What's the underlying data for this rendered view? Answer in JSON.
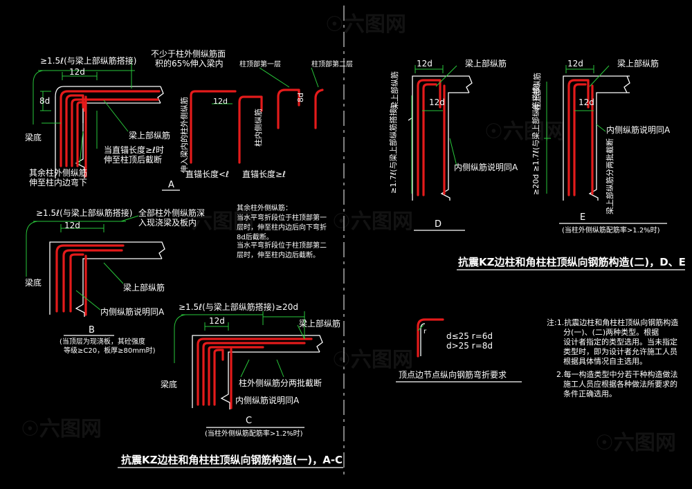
{
  "diagram_A": {
    "lap_label": "≥1.5ℓ(与梁上部纵筋搭接)",
    "top_note_1": "不少于柱外侧纵筋面",
    "top_note_2": "积的65%伸入梁内",
    "dim_12d": "12d",
    "dim_8d": "8d",
    "beam_bottom": "梁底",
    "beam_top_bars": "梁上部纵筋",
    "cutoff_1": "当直锚长度≥ℓ时",
    "cutoff_2": "伸至柱顶后截断",
    "other_bars_1": "其余柱外侧纵筋",
    "other_bars_2": "伸至柱内边弯下",
    "first_layer": "柱顶部第一层",
    "second_layer": "柱顶部第二层",
    "into_beam_vert": "伸入梁内的柱外侧纵筋",
    "col_inner_vert": "柱内侧纵筋",
    "small_12d": "12d",
    "small_8d": "8d",
    "straight_lt": "直锚长度<ℓ",
    "straight_ge": "直锚长度≥ℓ",
    "letter": "A"
  },
  "diagram_B": {
    "lap_label": "≥1.5ℓ(与梁上部纵筋搭接)",
    "note_1": "全部柱外侧纵筋深",
    "note_2": "入现浇梁及板内",
    "dim_12d": "12d",
    "beam_bottom": "梁底",
    "beam_top_bars": "梁上部纵筋",
    "inner_bars": "内侧纵筋说明同A",
    "letter": "B",
    "caption_1": "(当顶层为现浇板，其砼强度",
    "caption_2": "等级≥C20，板厚≥80mm时)"
  },
  "mid_notes": {
    "title": "其余柱外侧纵筋：",
    "line_1": "当水平弯折段位于柱顶部第一",
    "line_2": "层时，伸至柱内边后向下弯折",
    "line_3": "8d后截断。",
    "line_4": "当水平弯折段位于柱顶部第二",
    "line_5": "层时，伸至柱内边后截断。"
  },
  "diagram_C": {
    "lap_label": "≥1.5ℓ(与梁上部纵筋搭接)",
    "dim_20d": "≥20d",
    "dim_12d": "12d",
    "beam_top_bars": "梁上部纵筋",
    "beam_bottom": "梁底",
    "cutoff_two": "柱外侧纵筋分两批截断",
    "inner_bars": "内侧纵筋说明同A",
    "letter": "C",
    "caption": "(当柱外侧纵筋配筋率>1.2%时)"
  },
  "title_left": "抗震KZ边柱和角柱柱顶纵向钢筋构造(一)，A-C",
  "diagram_D": {
    "dim_12d_top": "12d",
    "dim_12d_inner": "12d",
    "beam_top_bars": "梁上部纵筋",
    "vert_label": "梁上部纵筋",
    "side_label": "≥1.7ℓ(与梁上部纵筋搭接)",
    "inner_bars": "内侧纵筋说明同A",
    "letter": "D"
  },
  "diagram_E": {
    "dim_12d_top": "12d",
    "dim_12d_inner": "12d",
    "beam_top_bars": "梁上部纵筋",
    "vert_label": "柱上部纵筋",
    "side_label": "≥20d ≥1.7ℓ(与梁上部纵筋搭接)",
    "inner_bars": "内侧纵筋说明同A",
    "split_cut": "梁上部纵筋分两批截断",
    "letter": "E",
    "caption": "(当柱外侧纵筋配筋率>1.2%时)"
  },
  "title_right": "抗震KZ边柱和角柱柱顶纵向钢筋构造(二)，D、E",
  "bend_detail": {
    "r_label": "r",
    "rule_1": "d≤25  r=6d",
    "rule_2": "d>25  r=8d",
    "title": "顶点边节点纵向钢筋弯折要求"
  },
  "notes": {
    "n1_a": "注:1.抗震边柱和角柱柱顶纵向钢筋构造",
    "n1_b": "分(一)、(二)两种类型。根据",
    "n1_c": "设计者指定的类型选用。当未指定",
    "n1_d": "类型时，即为设计者允许施工人员",
    "n1_e": "根据具体情况自主选用。",
    "n2_a": "2.每一构造类型中分若干种构造做法",
    "n2_b": "施工人员应根据各种做法所要求的",
    "n2_c": "条件正确选用。"
  },
  "colors": {
    "rebar": "#e41b1b",
    "outline": "#ffffff",
    "dimension": "#29c93b",
    "background": "#000000"
  }
}
